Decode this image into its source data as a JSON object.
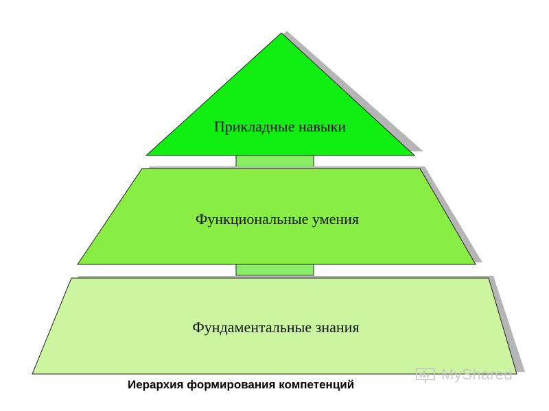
{
  "diagram": {
    "tiers": [
      {
        "label": "Прикладные навыки",
        "fill": "#11ee11"
      },
      {
        "label": "Функциональные умения",
        "fill": "#88ee44"
      },
      {
        "label": "Фундаментальные знания",
        "fill": "#ccf5a0"
      }
    ],
    "connector_fill": "#88ee66",
    "outline_color": "#222222",
    "shadow_color": "#b5b5b5",
    "caption": "Иерархия формирования компетенций"
  },
  "watermark": {
    "text": "MyShared"
  }
}
